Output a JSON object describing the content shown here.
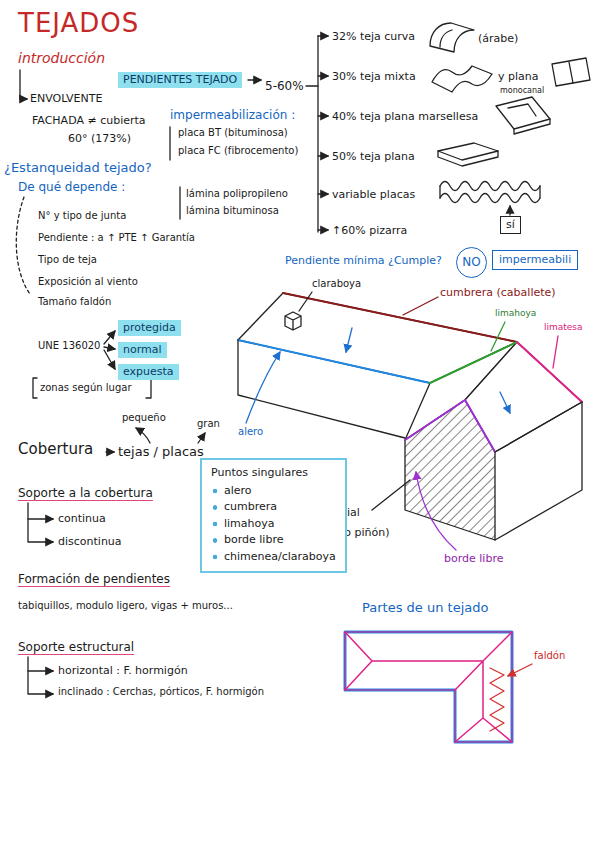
{
  "diagram": {
    "title": "TEJADOS",
    "nodes": [
      {
        "text": [
          "PENDIENTES TEJADO"
        ]
      },
      {
        "text": [
          "sí"
        ]
      },
      {
        "text": [
          "NO"
        ]
      },
      {
        "text": [
          "impermeabili"
        ]
      },
      {
        "text": [
          "protegida"
        ]
      },
      {
        "text": [
          "normal"
        ]
      },
      {
        "text": [
          "expuesta"
        ]
      },
      {
        "text": [
          "Puntos singulares",
          "alero",
          "cumbrera",
          "limahoya",
          "borde libre",
          "chimenea/claraboya"
        ]
      }
    ],
    "labels": [
      "introducción",
      "ENVOLVENTE",
      "FACHADA ≠ cubierta",
      "60° (173%)",
      "5-60%",
      "impermeabilización :",
      "placa BT (bituminosa)",
      "placa FC (fibrocemento)",
      "lámina polipropileno",
      "lámina bituminosa",
      "¿Estanqueidad tejado?",
      "De qué depende :",
      "N° y tipo de junta",
      "Pendiente : a ↑ PTE ↑ Garantía",
      "Tipo de teja",
      "Exposición al viento",
      "Tamaño faldón",
      "UNE 136020",
      "zonas según lugar",
      "32% teja curva",
      "(árabe)",
      "30% teja mixta",
      "y plana",
      "monocanal",
      "40% teja plana marsellesa",
      "50% teja plana",
      "variable placas",
      "↑60% pizarra",
      "Pendiente mínima ¿Cumple?",
      "claraboya",
      "cumbrera (caballete)",
      "limahoya",
      "limatesa",
      "alero",
      "Hastial",
      "(muro piñón)",
      "borde libre",
      "Partes de un tejado",
      "faldón",
      "Cobertura",
      "pequeño",
      "gran",
      "tejas / placas",
      "Soporte a la cobertura",
      "continua",
      "discontinua",
      "Formación de pendientes",
      "tabiquillos, modulo ligero, vigas + muros...",
      "Soporte estructural",
      "horizontal : F. hormigón",
      "inclinado : Cerchas, pórticos, F. hormigón"
    ]
  }
}
